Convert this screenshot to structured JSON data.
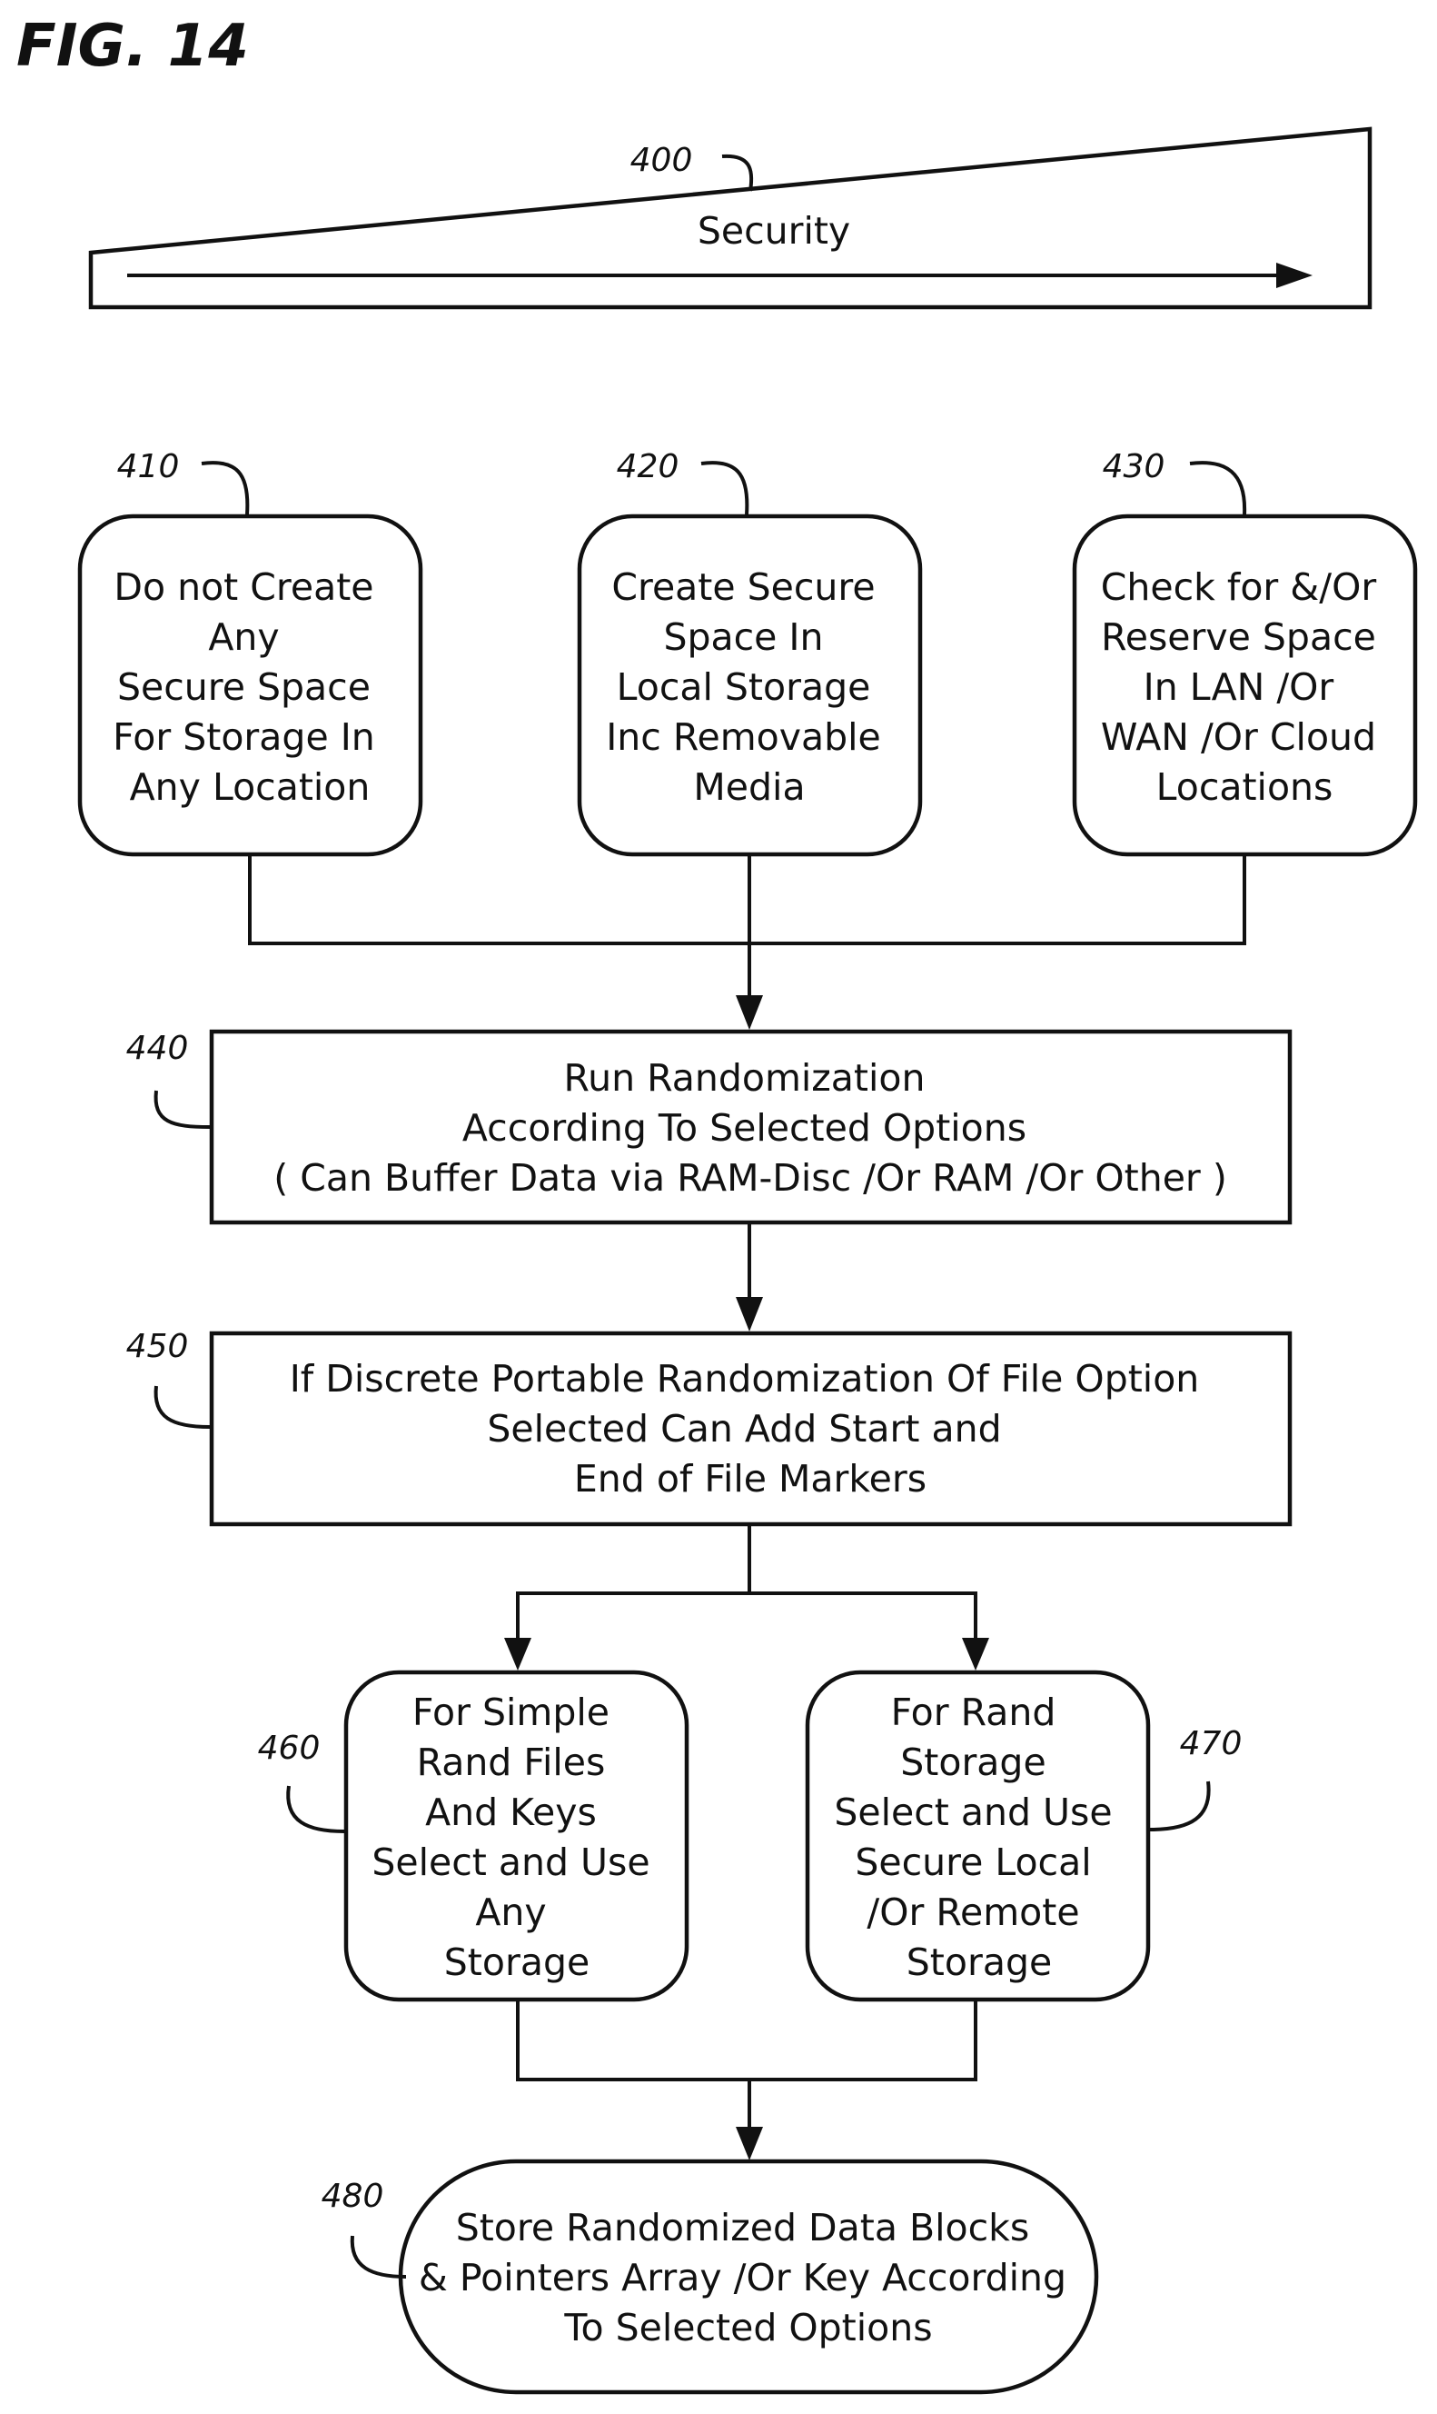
{
  "figure": {
    "title": "FIG. 14"
  },
  "security_bar": {
    "ref": "400",
    "label": "Security"
  },
  "nodes": {
    "n410": {
      "ref": "410",
      "lines": [
        "Do not Create",
        "Any",
        "Secure Space",
        "For Storage In",
        "Any Location"
      ]
    },
    "n420": {
      "ref": "420",
      "lines": [
        "Create Secure",
        "Space In",
        "Local Storage",
        "Inc Removable",
        "Media"
      ]
    },
    "n430": {
      "ref": "430",
      "lines": [
        "Check for &/Or",
        "Reserve Space",
        "In LAN /Or",
        "WAN /Or Cloud",
        "Locations"
      ]
    },
    "n440": {
      "ref": "440",
      "lines": [
        "Run Randomization",
        "According To Selected Options",
        "( Can Buffer Data via RAM-Disc  /Or  RAM /Or Other )"
      ]
    },
    "n450": {
      "ref": "450",
      "lines": [
        "If Discrete Portable Randomization Of File Option",
        "Selected Can Add Start and",
        "End of File Markers"
      ]
    },
    "n460": {
      "ref": "460",
      "lines": [
        "For Simple",
        "Rand Files",
        "And Keys",
        "Select and Use",
        "Any",
        "Storage"
      ]
    },
    "n470": {
      "ref": "470",
      "lines": [
        "For Rand",
        "Storage",
        "Select and Use",
        "Secure Local",
        "/Or Remote",
        "Storage"
      ]
    },
    "n480": {
      "ref": "480",
      "lines": [
        "Store  Randomized Data Blocks",
        "& Pointers Array /Or Key According",
        "To Selected Options"
      ]
    }
  }
}
